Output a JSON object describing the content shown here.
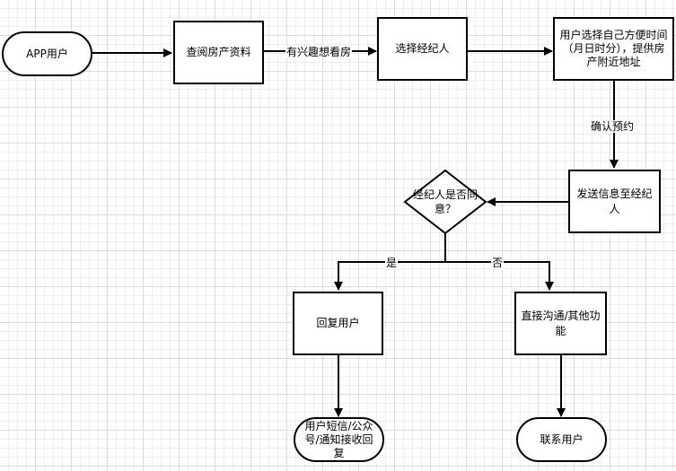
{
  "nodes": {
    "app_user": "APP用户",
    "view_listings": "查阅房产资料",
    "select_agent": "选择经纪人",
    "choose_time": "用户选择自己方便时间（月日时分），提供房产附近地址",
    "send_info": "发送信息至经纪人",
    "agent_agree": "经纪人是否同意？",
    "reply_user": "回复用户",
    "direct_contact": "直接沟通/其他功能",
    "notify_user": "用户短信/公众号/通知接收回复",
    "contact_user": "联系用户"
  },
  "edges": {
    "interested": "有兴趣想看房",
    "confirm_booking": "确认预约",
    "yes": "是",
    "no": "否"
  }
}
